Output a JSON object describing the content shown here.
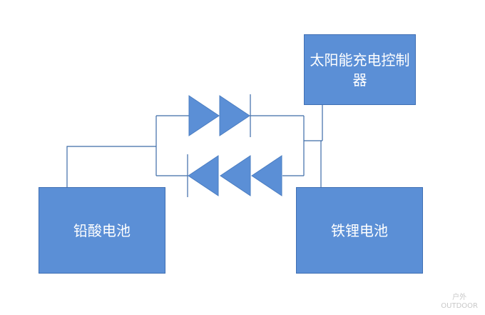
{
  "controller": {
    "label": "太阳能充电控制器"
  },
  "lead_acid": {
    "label": "铅酸电池"
  },
  "lifepo4": {
    "label": "铁锂电池"
  },
  "watermark": {
    "line1": "户外",
    "line2": "OUTDOOR"
  },
  "colors": {
    "box_fill": "#5b8fd6",
    "box_border": "#3f6fb3",
    "wire": "#3d6ca8",
    "diode": "#5b8fd6"
  }
}
